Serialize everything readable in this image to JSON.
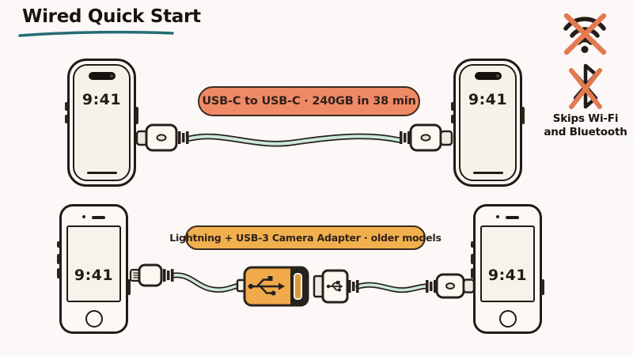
{
  "title": "Wired Quick Start",
  "rows": [
    {
      "id": "usb-c-direct",
      "label": "USB-C to USB-C · 240GB in 38 min",
      "left_phone": {
        "type": "modern-iphone",
        "time": "9:41"
      },
      "right_phone": {
        "type": "modern-iphone",
        "time": "9:41"
      }
    },
    {
      "id": "lightning-adapter",
      "label": "Lightning + USB-3 Camera Adapter · older models",
      "left_phone": {
        "type": "classic-iphone",
        "time": "9:41"
      },
      "right_phone": {
        "type": "classic-iphone",
        "time": "9:41"
      }
    }
  ],
  "wireless_note": {
    "line1": "Skips Wi-Fi",
    "line2": "and Bluetooth"
  },
  "icons": [
    "no-wifi-icon",
    "no-bluetooth-icon",
    "usb-trident-icon",
    "lightning-connector-icon",
    "usb-c-connector-icon",
    "usb-a-connector-icon",
    "camera-adapter-icon"
  ],
  "colors": {
    "background": "#fcf8f7",
    "title_underline": "#256d75",
    "outline": "#26211c",
    "cable": "#cde8dc",
    "usb_c_pill": "#ef8a66",
    "adapter_pill": "#f1b04e",
    "adapter_body": "#f0a94b",
    "cross": "#e37a50"
  }
}
